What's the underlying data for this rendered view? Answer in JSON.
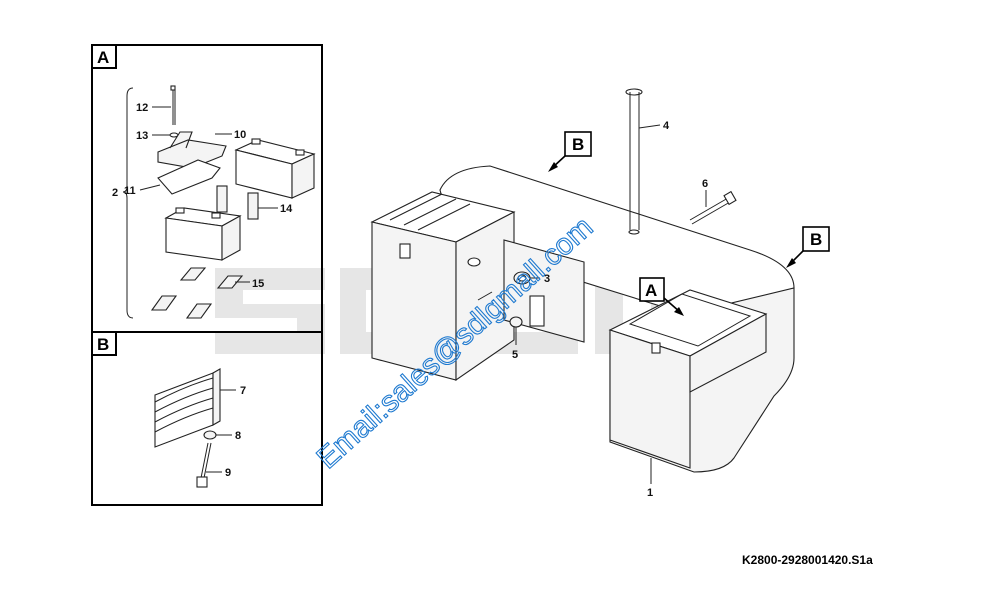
{
  "drawing_code": "K2800-2928001420.S1a",
  "watermark_text": "Email:sales@sdlgmall.com",
  "background_logo": "SDLG",
  "colors": {
    "watermark": "#1f7ad0",
    "logo_gray": "#e6e6e6",
    "logo_red": "#f2d3d3",
    "line": "#222222"
  },
  "panel_a": {
    "letter": "A",
    "callouts": {
      "c2": "2",
      "c10": "10",
      "c11": "11",
      "c12": "12",
      "c13": "13",
      "c14": "14",
      "c15": "15"
    }
  },
  "panel_b": {
    "letter": "B",
    "callouts": {
      "c7": "7",
      "c8": "8",
      "c9": "9"
    }
  },
  "main": {
    "view_labels": {
      "b_top": "B",
      "b_right": "B",
      "a_mid": "A"
    },
    "callouts": {
      "c1": "1",
      "c3": "3",
      "c4": "4",
      "c5": "5",
      "c6": "6"
    }
  }
}
